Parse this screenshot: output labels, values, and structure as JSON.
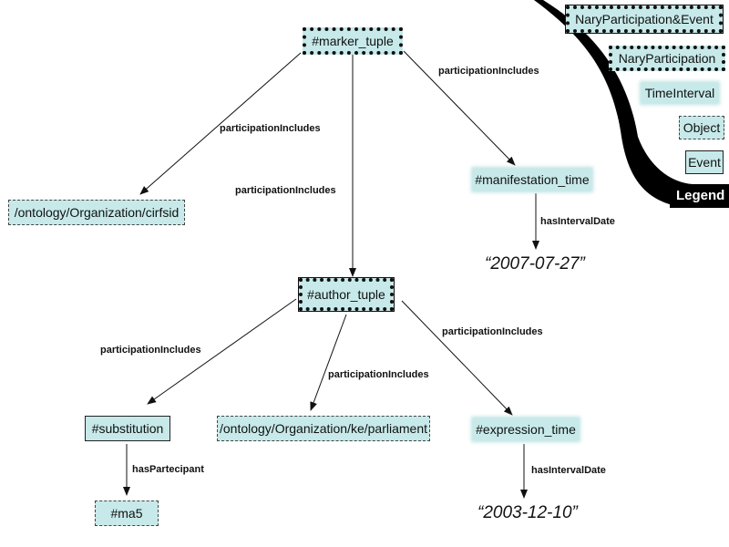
{
  "legend": {
    "title": "Legend",
    "items": [
      {
        "label": "NaryParticipation&Event"
      },
      {
        "label": "NaryParticipation"
      },
      {
        "label": "TimeInterval"
      },
      {
        "label": "Object"
      },
      {
        "label": "Event"
      }
    ]
  },
  "nodes": {
    "marker_tuple": "#marker_tuple",
    "org_cirfsid": "/ontology/Organization/cirfsid",
    "manifestation_time": "#manifestation_time",
    "author_tuple": "#author_tuple",
    "substitution": "#substitution",
    "org_parliament": "/ontology/Organization/ke/parliament",
    "expression_time": "#expression_time",
    "ma5": "#ma5"
  },
  "literals": {
    "manifestation_date": "“2007-07-27”",
    "expression_date": "“2003-12-10”"
  },
  "edges": {
    "marker_to_cirfsid": "participationIncludes",
    "marker_to_author": "participationIncludes",
    "marker_to_manifestation": "participationIncludes",
    "manifestation_date": "hasIntervalDate",
    "author_to_substitution": "participationIncludes",
    "author_to_parliament": "participationIncludes",
    "author_to_expression": "participationIncludes",
    "substitution_to_ma5": "hasPartecipant",
    "expression_date": "hasIntervalDate"
  }
}
